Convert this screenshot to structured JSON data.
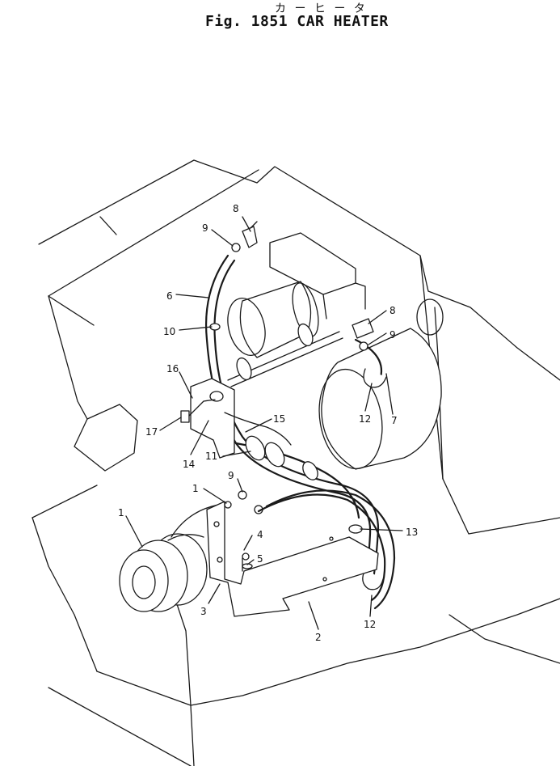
{
  "figure": {
    "katakana": "カ ー ヒ ー タ",
    "title": "Fig. 1851 CAR HEATER"
  },
  "callouts": [
    "8",
    "9",
    "6",
    "10",
    "8",
    "9",
    "16",
    "17",
    "14",
    "15",
    "11",
    "12",
    "7",
    "9",
    "1",
    "1",
    "4",
    "5",
    "13",
    "3",
    "2",
    "12"
  ]
}
